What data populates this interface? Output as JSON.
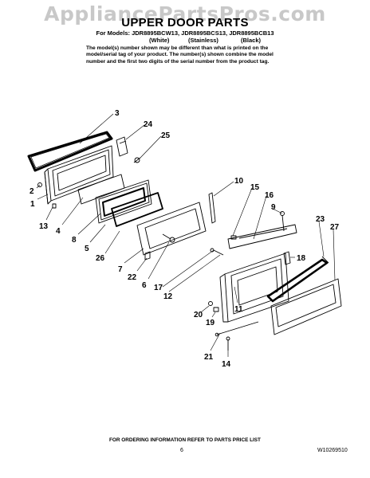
{
  "watermark": "AppliancePartsPros.com",
  "title": "UPPER DOOR PARTS",
  "models_line": "For Models: JDR8895BCW13, JDR8895BCS13, JDR8895BCB13",
  "finishes": [
    "(White)",
    "(Stainless)",
    "(Black)"
  ],
  "note_lines": [
    "The model(s) number shown may be different than what is printed on the",
    "model/serial tag of your product. The number(s) shown combine the model",
    "number and the first two digits of the serial number from the product tag."
  ],
  "callouts": [
    "3",
    "24",
    "25",
    "2",
    "1",
    "13",
    "4",
    "8",
    "5",
    "26",
    "7",
    "22",
    "6",
    "10",
    "15",
    "16",
    "9",
    "23",
    "27",
    "18",
    "17",
    "12",
    "11",
    "20",
    "19",
    "21",
    "14"
  ],
  "footer": "FOR ORDERING INFORMATION REFER TO PARTS PRICE LIST",
  "page_number": "6",
  "doc_number": "W10269510"
}
